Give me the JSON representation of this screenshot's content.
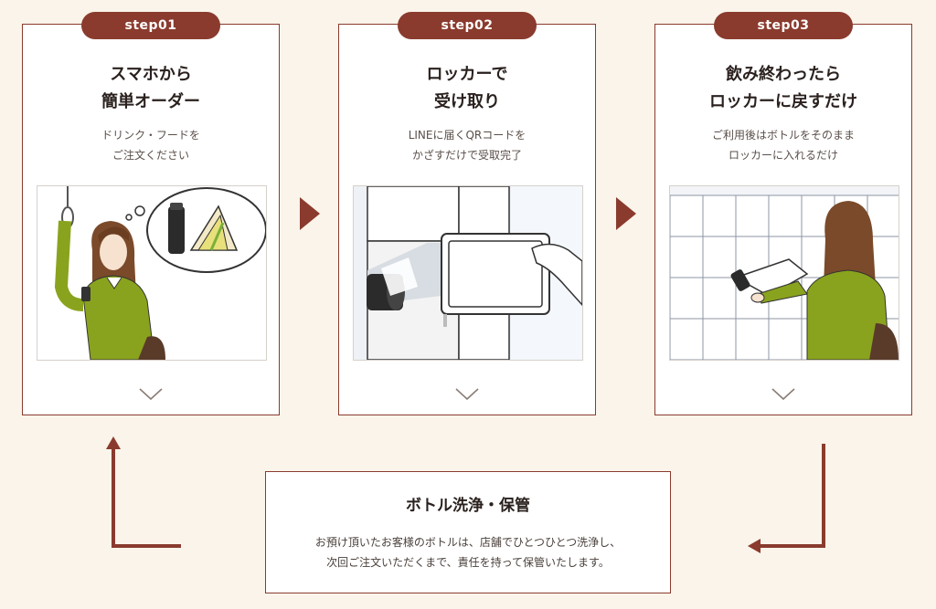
{
  "colors": {
    "accent": "#8a3b2e",
    "background": "#faf4ea",
    "jacket": "#8aa31e"
  },
  "steps": [
    {
      "badge": "step01",
      "title_lines": [
        "スマホから",
        "簡単オーダー"
      ],
      "desc_lines": [
        "ドリンク・フードを",
        "ご注文ください"
      ]
    },
    {
      "badge": "step02",
      "title_lines": [
        "ロッカーで",
        "受け取り"
      ],
      "desc_lines": [
        "LINEに届くQRコードを",
        "かざすだけで受取完了"
      ]
    },
    {
      "badge": "step03",
      "title_lines": [
        "飲み終わったら",
        "ロッカーに戻すだけ"
      ],
      "desc_lines": [
        "ご利用後はボトルをそのまま",
        "ロッカーに入れるだけ"
      ]
    }
  ],
  "bottom": {
    "title": "ボトル洗浄・保管",
    "desc_lines": [
      "お預け頂いたお客様のボトルは、店舗でひとつひとつ洗浄し、",
      "次回ご注文いただくまで、責任を持って保管いたします。"
    ]
  },
  "icons": [
    "chevron-down-icon",
    "arrow-right-icon",
    "return-arrow-icon"
  ]
}
